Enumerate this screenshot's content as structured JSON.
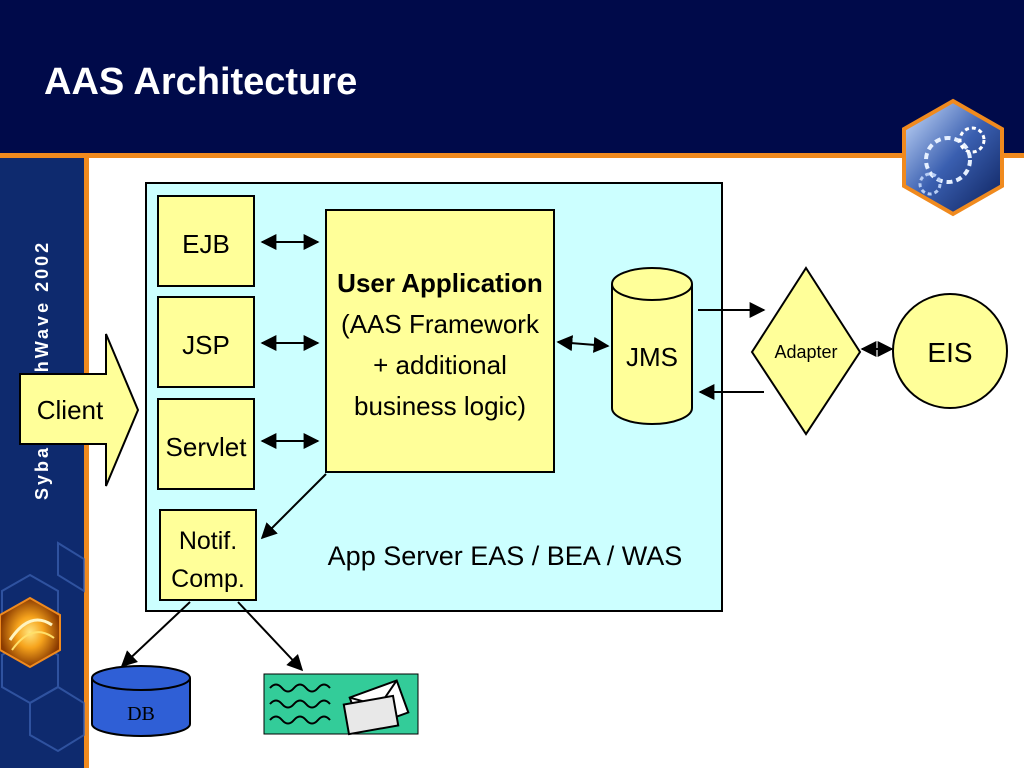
{
  "slide": {
    "title": "AAS Architecture",
    "sidebar_text": "Sybase TechWave 2002"
  },
  "diagram": {
    "client": "Client",
    "ejb": "EJB",
    "jsp": "JSP",
    "servlet": "Servlet",
    "notif_line1": "Notif.",
    "notif_line2": "Comp.",
    "user_app_line1": "User Application",
    "user_app_line2": "(AAS Framework",
    "user_app_line3": "+ additional",
    "user_app_line4": "business logic)",
    "jms": "JMS",
    "adapter": "Adapter",
    "eis": "EIS",
    "app_server": "App Server EAS / BEA / WAS",
    "db": "DB"
  },
  "colors": {
    "header_navy": "#000a4a",
    "accent_orange": "#f08a1e",
    "box_yellow": "#ffff99",
    "container_cyan": "#ccffff",
    "db_blue": "#2f5fd6",
    "email_green": "#33cc99"
  }
}
